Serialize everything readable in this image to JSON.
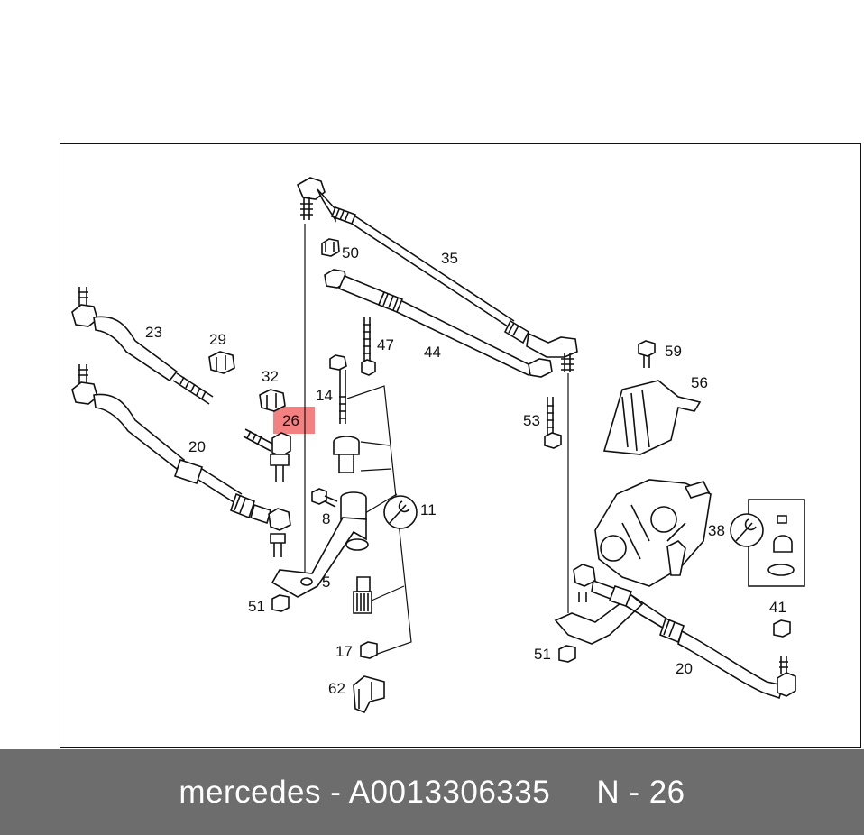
{
  "colors": {
    "highlight": "#f26b6b",
    "footer_bg": "#6d6d6d",
    "footer_text": "#ffffff"
  },
  "labels": {
    "p35": "35",
    "p50": "50",
    "p44": "44",
    "p47": "47",
    "p23": "23",
    "p29": "29",
    "p32": "32",
    "p14": "14",
    "p26": "26",
    "p20a": "20",
    "p8": "8",
    "p11": "11",
    "p5": "5",
    "p51a": "51",
    "p17": "17",
    "p62": "62",
    "p59": "59",
    "p56": "56",
    "p53": "53",
    "p38": "38",
    "p41": "41",
    "p51b": "51",
    "p20b": "20"
  },
  "footer": {
    "brand": "mercedes",
    "part_number": "A0013306335",
    "position_ref": "N - 26"
  }
}
